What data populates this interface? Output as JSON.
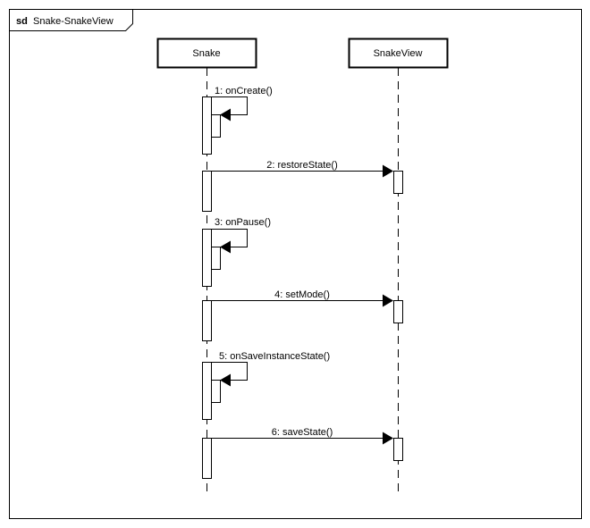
{
  "frame": {
    "keyword": "sd",
    "name": "Snake-SnakeView"
  },
  "lifelines": [
    {
      "id": "snake",
      "label": "Snake"
    },
    {
      "id": "snakeview",
      "label": "SnakeView"
    }
  ],
  "messages": [
    {
      "label": "1: onCreate()",
      "from": "snake",
      "to": "snake"
    },
    {
      "label": "2: restoreState()",
      "from": "snake",
      "to": "snakeview"
    },
    {
      "label": "3: onPause()",
      "from": "snake",
      "to": "snake"
    },
    {
      "label": "4: setMode()",
      "from": "snake",
      "to": "snakeview"
    },
    {
      "label": "5: onSaveInstanceState()",
      "from": "snake",
      "to": "snake"
    },
    {
      "label": "6: saveState()",
      "from": "snake",
      "to": "snakeview"
    }
  ]
}
